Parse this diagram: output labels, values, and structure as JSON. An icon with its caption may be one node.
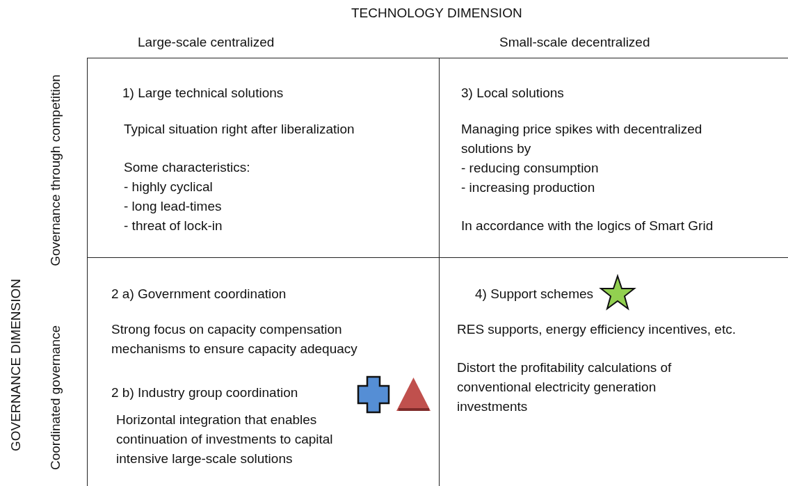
{
  "diagram": {
    "nodes": [
      {
        "text": [
          "1) Large technical solutions",
          "Typical situation right after liberalization",
          "Some characteristics:",
          "- highly cyclical",
          "- long lead-times",
          "- threat of lock-in"
        ]
      },
      {
        "text": [
          "3) Local solutions",
          "Managing price spikes with decentralized solutions by",
          "- reducing consumption",
          "- increasing production",
          "In accordance with the logics of Smart Grid"
        ]
      },
      {
        "text": [
          "2 a) Government coordination",
          "Strong focus on capacity compensation mechanisms to ensure capacity adequacy",
          "2 b) Industry group coordination",
          "Horizontal integration that enables continuation of investments to capital intensive large-scale solutions"
        ]
      },
      {
        "text": [
          "4) Support schemes",
          "RES supports, energy efficiency incentives, etc.",
          "Distort the profitability calculations of conventional electricity generation investments"
        ]
      }
    ],
    "labels": [
      "TECHNOLOGY DIMENSION",
      "Large-scale centralized",
      "Small-scale decentralized",
      "GOVERNANCE DIMENSION",
      "Governance through competition",
      "Coordinated governance"
    ]
  }
}
